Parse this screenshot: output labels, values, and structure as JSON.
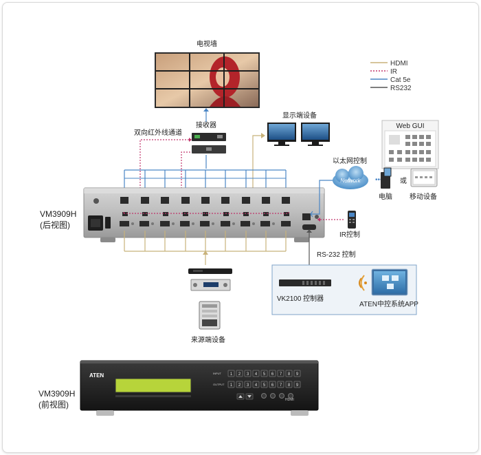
{
  "labels": {
    "video_wall": "电视墙",
    "receiver": "接收器",
    "display_devices": "显示端设备",
    "bidirectional_ir": "双向红外线通道",
    "ethernet_control": "以太网控制",
    "network_cloud": "Network",
    "web_gui": "Web GUI",
    "or": "或",
    "computer": "电脑",
    "mobile_device": "移动设备",
    "ir_control": "IR控制",
    "rs232_control": "RS-232 控制",
    "vk2100": "VK2100 控制器",
    "aten_app": "ATEN中控系统APP",
    "source_devices": "来源端设备",
    "rear_model": "VM3909H",
    "rear_view": "(后视图)",
    "front_model": "VM3909H",
    "front_view": "(前视图)",
    "brand": "ATEN",
    "front_in_label": "INPUT",
    "front_out_label": "OUTPUT",
    "front_buttons": [
      "1",
      "2",
      "3",
      "4",
      "5",
      "6",
      "7",
      "8",
      "9"
    ],
    "front_right_label": "HDMI"
  },
  "legend": [
    {
      "label": "HDMI",
      "color": "#c8b27a",
      "style": "solid"
    },
    {
      "label": "IR",
      "color": "#c0336a",
      "style": "dotted"
    },
    {
      "label": "Cat 5e",
      "color": "#4a86c5",
      "style": "solid"
    },
    {
      "label": "RS232",
      "color": "#555555",
      "style": "solid"
    }
  ],
  "colors": {
    "hdmi": "#c8b27a",
    "ir": "#c0336a",
    "cat5e": "#4a86c5",
    "rs232": "#555555",
    "lcd": "#b7d43a"
  }
}
